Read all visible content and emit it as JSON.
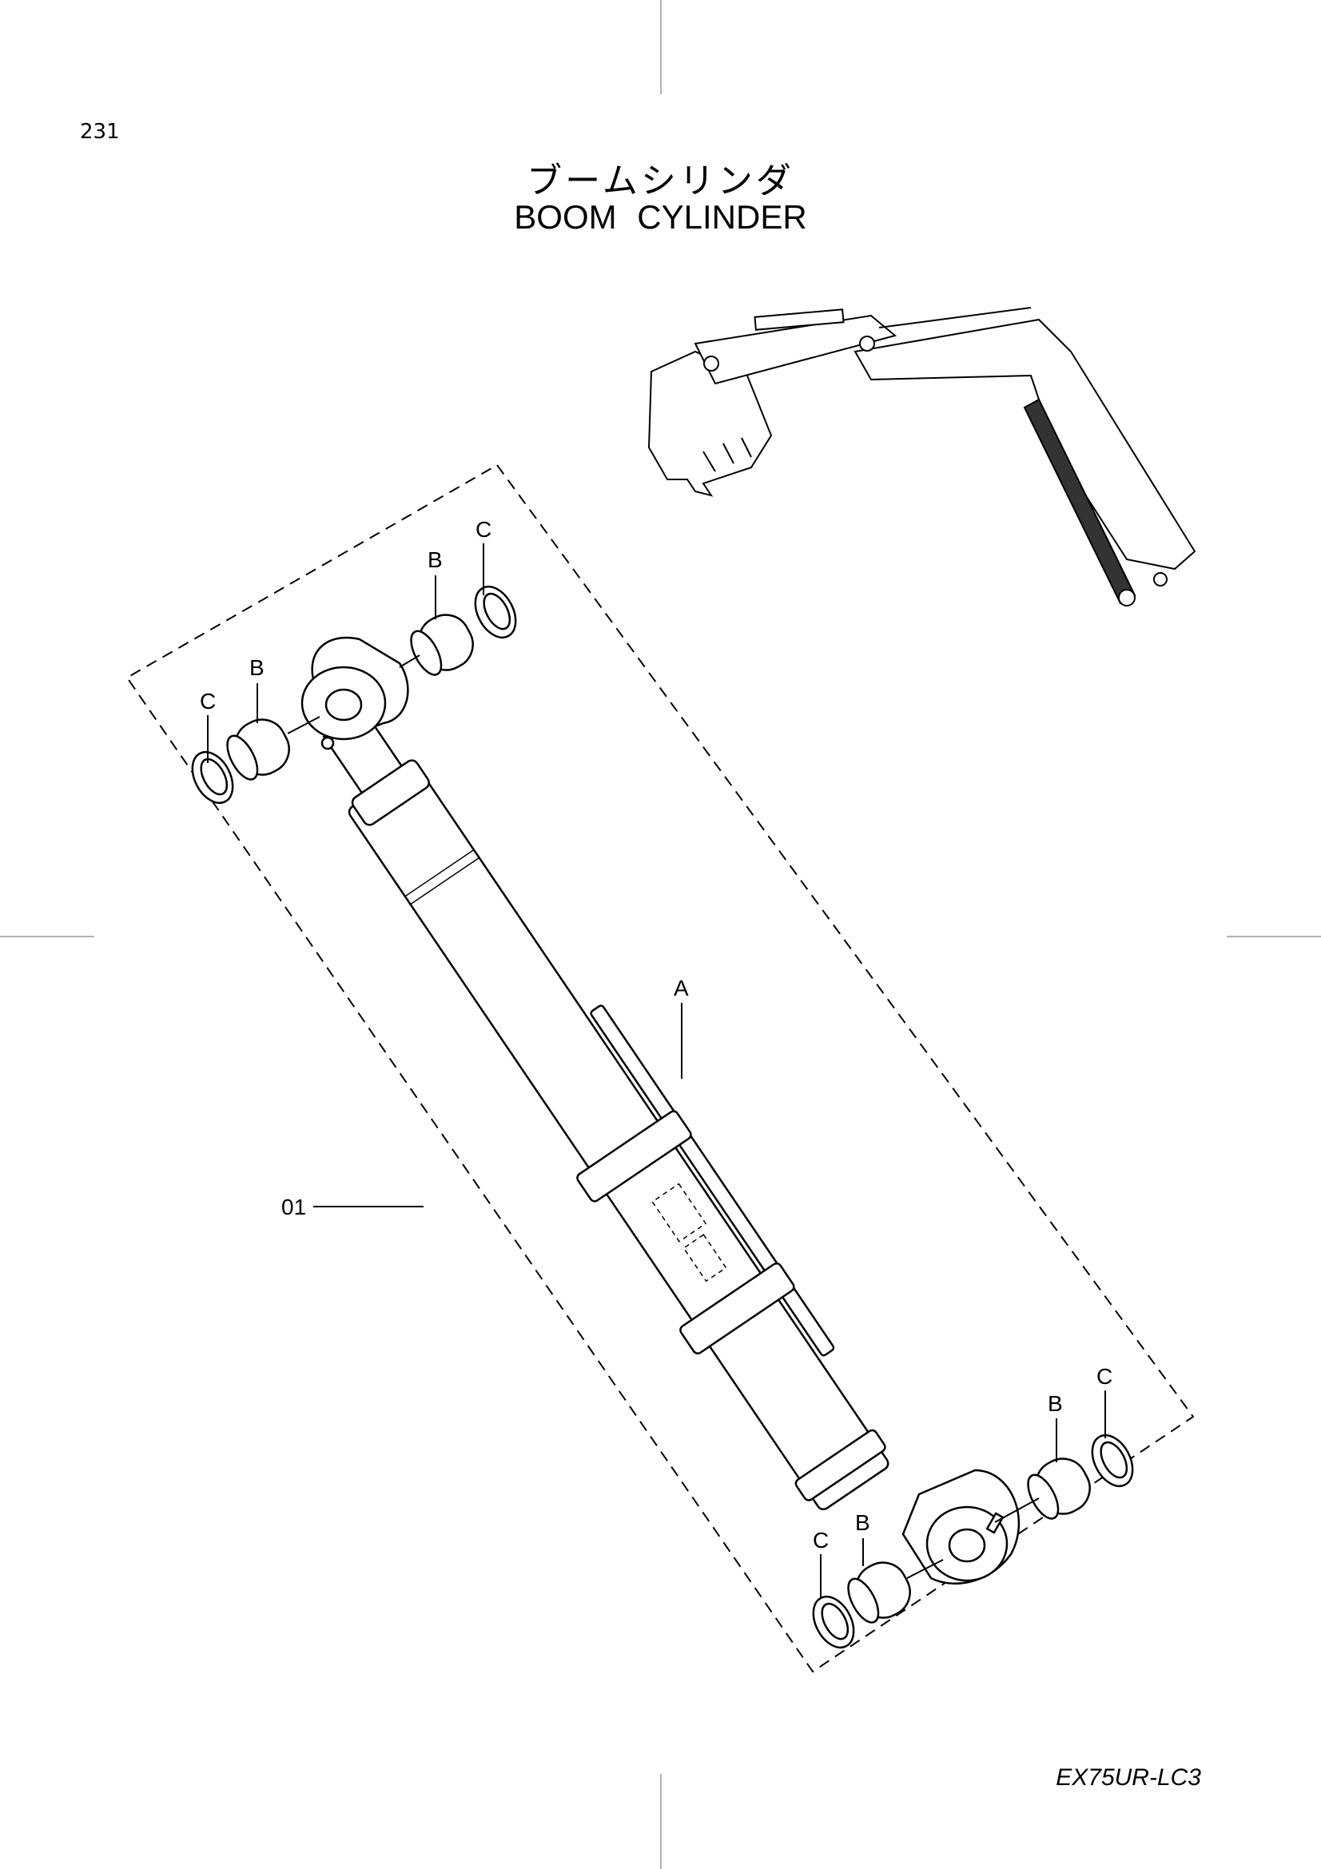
{
  "page_number": "231",
  "title": {
    "jp": "ブームシリンダ",
    "en": "BOOM  CYLINDER"
  },
  "model": "EX75UR-LC3",
  "callouts": {
    "assembly": "01",
    "cylinder": "A",
    "bushing": "B",
    "seal": "C"
  }
}
